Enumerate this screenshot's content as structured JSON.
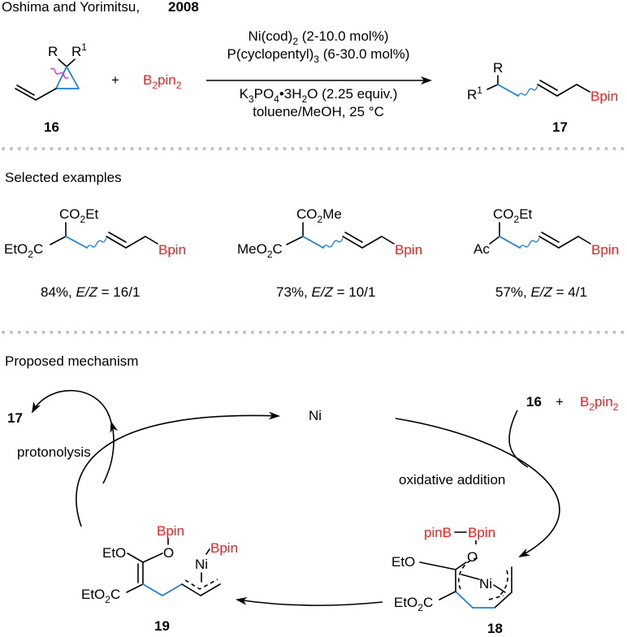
{
  "header": {
    "authors": "Oshima and Yorimitsu,",
    "year": "2008"
  },
  "reaction": {
    "substrate_label": "16",
    "substrate_R": "R",
    "substrate_R1": "R",
    "substrate_R1_sup": "1",
    "plus": "+",
    "reagent_main": "B",
    "reagent_sub1": "2",
    "reagent_mid": "pin",
    "reagent_sub2": "2",
    "conditions": {
      "line1_a": "Ni(cod)",
      "line1_sub": "2",
      "line1_b": " (2-10.0 mol%)",
      "line2_a": "P(cyclopentyl)",
      "line2_sub": "3",
      "line2_b": " (6-30.0 mol%)",
      "line3_a": "K",
      "line3_sub1": "3",
      "line3_b": "PO",
      "line3_sub2": "4",
      "line3_c": "•3H",
      "line3_sub3": "2",
      "line3_d": "O (2.25 equiv.)",
      "line4": "toluene/MeOH, 25 °C"
    },
    "product_label": "17",
    "product_R": "R",
    "product_R1": "R",
    "product_R1_sup": "1",
    "product_boron": "Bpin"
  },
  "examples": {
    "heading": "Selected examples",
    "items": [
      {
        "top_a": "CO",
        "top_sub": "2",
        "top_b": "Et",
        "left_a": "EtO",
        "left_sub": "2",
        "left_b": "C",
        "boron": "Bpin",
        "yield": "84%, ",
        "ez_label": "E/Z",
        "ez_value": " = 16/1"
      },
      {
        "top_a": "CO",
        "top_sub": "2",
        "top_b": "Me",
        "left_a": "MeO",
        "left_sub": "2",
        "left_b": "C",
        "boron": "Bpin",
        "yield": "73%, ",
        "ez_label": "E/Z",
        "ez_value": " = 10/1"
      },
      {
        "top_a": "CO",
        "top_sub": "2",
        "top_b": "Et",
        "left_a": "Ac",
        "left_sub": "",
        "left_b": "",
        "boron": "Bpin",
        "yield": "57%, ",
        "ez_label": "E/Z",
        "ez_value": " = 4/1"
      }
    ]
  },
  "mechanism": {
    "heading": "Proposed mechanism",
    "catalyst": "Ni",
    "product_out": "17",
    "protonolysis": "protonolysis",
    "input_label": "16",
    "input_plus": "+",
    "input_reagent_main": "B",
    "input_reagent_sub1": "2",
    "input_reagent_mid": "pin",
    "input_reagent_sub2": "2",
    "oxidative_addition": "oxidative addition",
    "int18": {
      "label": "18",
      "pinB": "pinB",
      "Bpin": "Bpin",
      "EtO": "EtO",
      "O": "O",
      "Ni": "Ni",
      "ester_a": "EtO",
      "ester_sub": "2",
      "ester_b": "C"
    },
    "int19": {
      "label": "19",
      "Bpin_O": "Bpin",
      "Bpin_Ni": "Bpin",
      "EtO": "EtO",
      "O": "O",
      "Ni": "Ni",
      "ester_a": "EtO",
      "ester_sub": "2",
      "ester_b": "C"
    }
  }
}
